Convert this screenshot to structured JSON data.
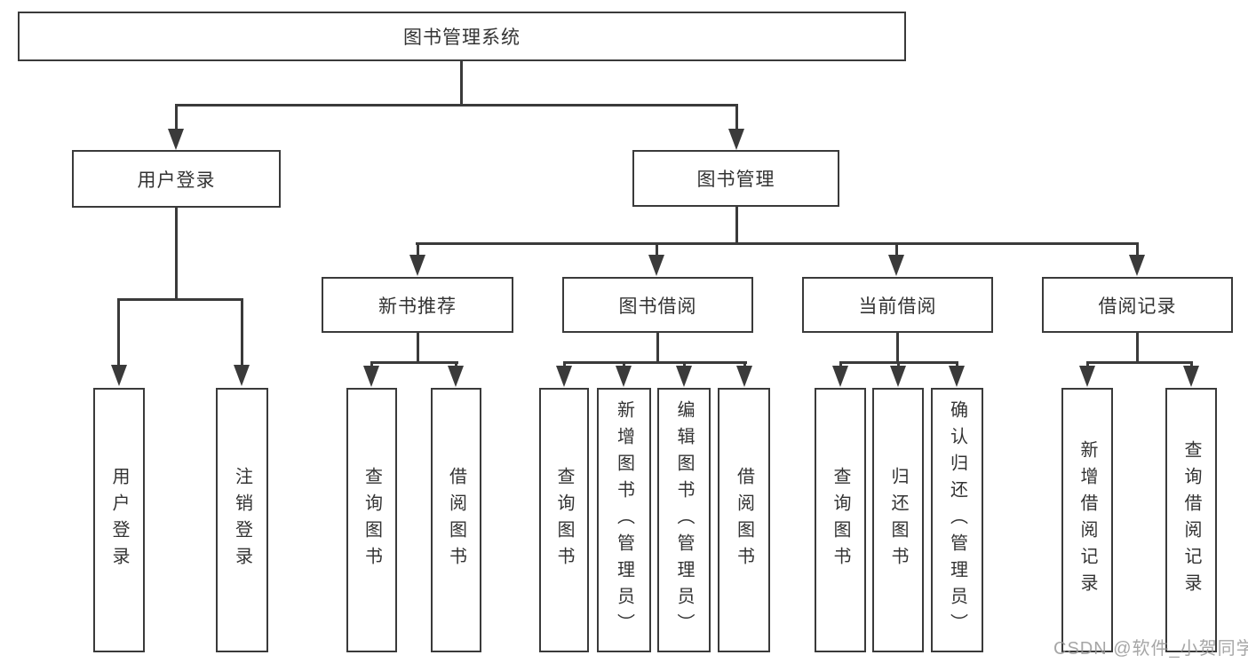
{
  "diagram": {
    "title": "图书管理系统",
    "user_branch": {
      "label": "用户登录",
      "children": [
        "用户登录",
        "注销登录"
      ]
    },
    "book_branch": {
      "label": "图书管理",
      "modules": [
        {
          "label": "新书推荐",
          "children": [
            "查询图书",
            "借阅图书"
          ]
        },
        {
          "label": "图书借阅",
          "children": [
            "查询图书",
            "新增图书（管理员）",
            "编辑图书（管理员）",
            "借阅图书"
          ]
        },
        {
          "label": "当前借阅",
          "children": [
            "查询图书",
            "归还图书",
            "确认归还（管理员）"
          ]
        },
        {
          "label": "借阅记录",
          "children": [
            "新增借阅记录",
            "查询借阅记录"
          ]
        }
      ]
    },
    "colors": {
      "line": "#3a3a3a",
      "watermark": "#969696"
    }
  },
  "watermark": "CSDN @软件_小贺同学"
}
